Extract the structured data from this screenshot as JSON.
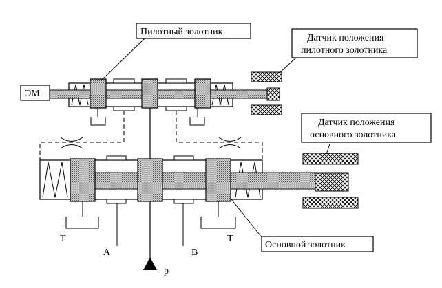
{
  "labels": {
    "pilot_spool": "Пилотный золотник",
    "pilot_sensor_line1": "Датчик положения",
    "pilot_sensor_line2": "пилотного золотника",
    "main_sensor_line1": "Датчик положения",
    "main_sensor_line2": "основного золотника",
    "em": "ЭМ",
    "main_spool": "Основной золотник",
    "port_t_left": "T",
    "port_a": "A",
    "port_p": "p",
    "port_b": "B",
    "port_t_right": "T"
  }
}
